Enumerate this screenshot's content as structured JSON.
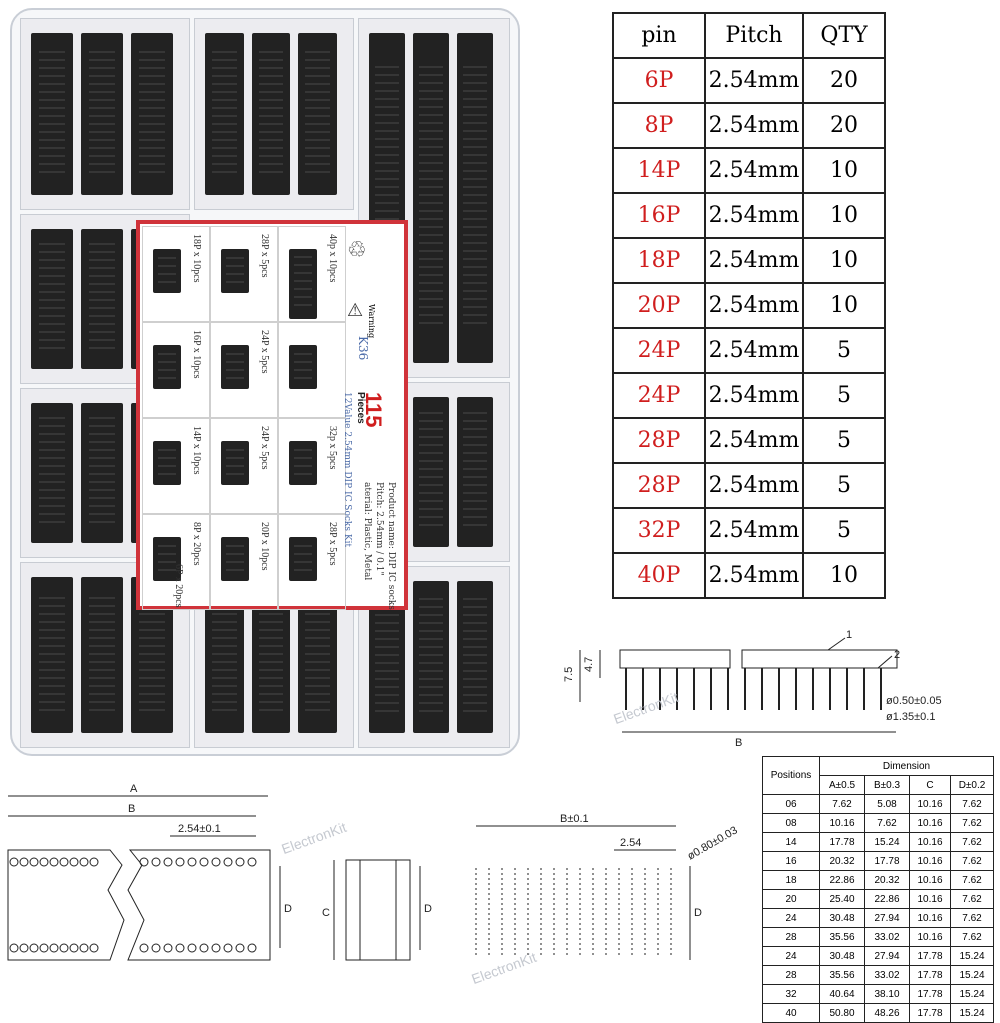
{
  "pin_table": {
    "headers": [
      "pin",
      "Pitch",
      "QTY"
    ],
    "rows": [
      {
        "pin": "6P",
        "pitch": "2.54mm",
        "qty": "20"
      },
      {
        "pin": "8P",
        "pitch": "2.54mm",
        "qty": "20"
      },
      {
        "pin": "14P",
        "pitch": "2.54mm",
        "qty": "10"
      },
      {
        "pin": "16P",
        "pitch": "2.54mm",
        "qty": "10"
      },
      {
        "pin": "18P",
        "pitch": "2.54mm",
        "qty": "10"
      },
      {
        "pin": "20P",
        "pitch": "2.54mm",
        "qty": "10"
      },
      {
        "pin": "24P",
        "pitch": "2.54mm",
        "qty": "5"
      },
      {
        "pin": "24P",
        "pitch": "2.54mm",
        "qty": "5"
      },
      {
        "pin": "28P",
        "pitch": "2.54mm",
        "qty": "5"
      },
      {
        "pin": "28P",
        "pitch": "2.54mm",
        "qty": "5"
      },
      {
        "pin": "32P",
        "pitch": "2.54mm",
        "qty": "5"
      },
      {
        "pin": "40P",
        "pitch": "2.54mm",
        "qty": "10"
      }
    ],
    "pin_color": "#d01e1e"
  },
  "card": {
    "labels": [
      "18P x 10pcs",
      "28P x 5pcs",
      "40p x 10pcs",
      "16P x 10pcs",
      "24P x 5pcs",
      "14P x 10pcs",
      "24P x 5pcs",
      "32p x 5pcs",
      "8P x 20pcs",
      "6P x 20pcs",
      "20P x 10pcs",
      "28P x 5pcs"
    ],
    "count": "115",
    "count_unit": "Pieces",
    "model": "K36",
    "subtitle": "12Value 2.54mm DIP IC Socks Kit",
    "product_name": "Product name: DIP IC socks",
    "pitch": "Pitch: 2.54mm / 0.1\"",
    "material": "aterial: Plastic, Metal",
    "warning": "Warning",
    "border_color": "#d0333a"
  },
  "side_drawing": {
    "dim_75": "7.5",
    "dim_47": "4.7",
    "dim_b": "B",
    "callout_1": "1",
    "callout_2": "2",
    "pin_dia": "ø0.50±0.05",
    "pin_dia2": "ø1.35±0.1"
  },
  "bottom_drawings": {
    "dim_a": "A",
    "dim_b": "B",
    "pitch": "2.54±0.1",
    "dim_c": "C",
    "dim_d": "D",
    "dim_b01": "B±0.1",
    "pitch2": "2.54",
    "pin_dia": "ø0.80±0.03"
  },
  "dimension_table": {
    "title": "Dimension",
    "positions_header": "Positions",
    "headers": [
      "A±0.5",
      "B±0.3",
      "C",
      "D±0.2"
    ],
    "rows": [
      [
        "06",
        "7.62",
        "5.08",
        "10.16",
        "7.62"
      ],
      [
        "08",
        "10.16",
        "7.62",
        "10.16",
        "7.62"
      ],
      [
        "14",
        "17.78",
        "15.24",
        "10.16",
        "7.62"
      ],
      [
        "16",
        "20.32",
        "17.78",
        "10.16",
        "7.62"
      ],
      [
        "18",
        "22.86",
        "20.32",
        "10.16",
        "7.62"
      ],
      [
        "20",
        "25.40",
        "22.86",
        "10.16",
        "7.62"
      ],
      [
        "24",
        "30.48",
        "27.94",
        "10.16",
        "7.62"
      ],
      [
        "28",
        "35.56",
        "33.02",
        "10.16",
        "7.62"
      ],
      [
        "24",
        "30.48",
        "27.94",
        "17.78",
        "15.24"
      ],
      [
        "28",
        "35.56",
        "33.02",
        "17.78",
        "15.24"
      ],
      [
        "32",
        "40.64",
        "38.10",
        "17.78",
        "15.24"
      ],
      [
        "40",
        "50.80",
        "48.26",
        "17.78",
        "15.24"
      ]
    ]
  },
  "watermark": "ElectronKit"
}
